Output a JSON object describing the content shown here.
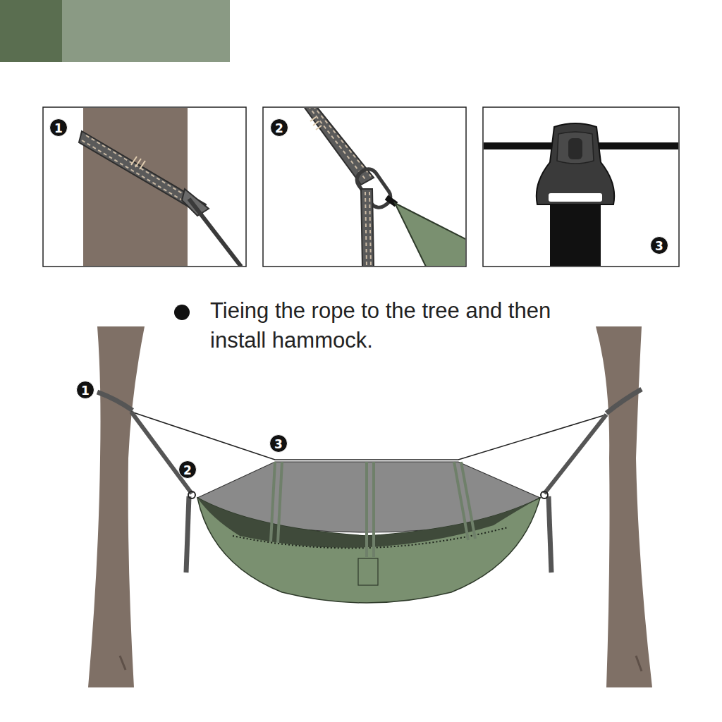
{
  "diagram": {
    "labels": [
      "1",
      "2",
      "3",
      "Tieing the rope to the tree and then install hammock.",
      "1",
      "2",
      "3"
    ]
  }
}
